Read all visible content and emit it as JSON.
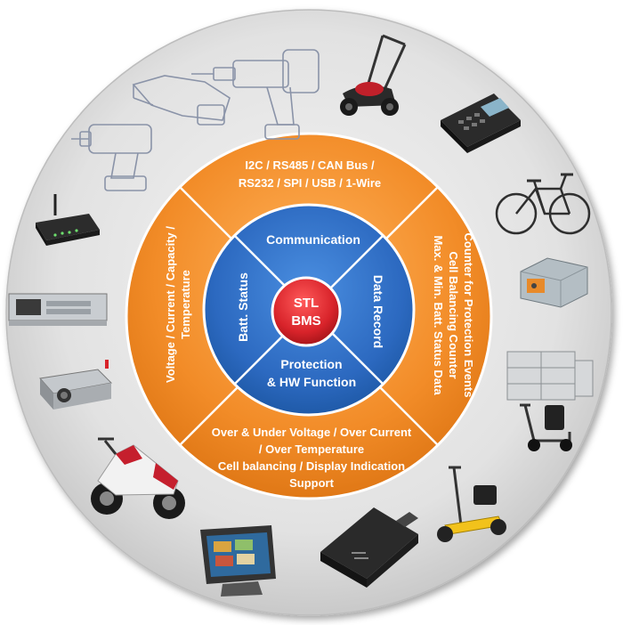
{
  "center": {
    "line1": "STL",
    "line2": "BMS"
  },
  "inner_ring": {
    "top": "Communication",
    "right": "Data Record",
    "bottom_line1": "Protection",
    "bottom_line2": "& HW Function",
    "left": "Batt. Status"
  },
  "outer_ring": {
    "top": {
      "line1": "I2C / RS485 / CAN Bus /",
      "line2": "RS232 / SPI / USB / 1-Wire"
    },
    "right": {
      "line1": "Counter for Protection Events",
      "line2": "Cell Balancing Counter",
      "line3": "Max. & Min. Batt. Status Data"
    },
    "bottom": {
      "line1": "Over & Under Voltage / Over Current",
      "line2": "/ Over Temperature",
      "line3": "Cell balancing / Display Indication",
      "line4": "Support"
    },
    "left": {
      "line1": "Voltage / Current / Capacity /",
      "line2": "Temperature"
    }
  },
  "applications": [
    {
      "icon": "hammer-drill-icon"
    },
    {
      "icon": "reciprocating-saw-icon"
    },
    {
      "icon": "lawn-mower-icon"
    },
    {
      "icon": "payment-terminal-icon"
    },
    {
      "icon": "cordless-drill-icon"
    },
    {
      "icon": "e-bike-icon"
    },
    {
      "icon": "battery-module-icon"
    },
    {
      "icon": "router-icon"
    },
    {
      "icon": "rack-server-icon"
    },
    {
      "icon": "battery-rack-icon"
    },
    {
      "icon": "power-supply-icon"
    },
    {
      "icon": "mobility-scooter-icon"
    },
    {
      "icon": "electric-scooter-icon"
    },
    {
      "icon": "folding-wheelchair-scooter-icon"
    },
    {
      "icon": "pos-touchscreen-icon"
    },
    {
      "icon": "battery-pack-icon"
    }
  ],
  "colors": {
    "outer_disc": "#d9d9d9",
    "orange_ring": "#f0902c",
    "inner_ring": "#2f6fc4",
    "center": "#d8232a"
  }
}
